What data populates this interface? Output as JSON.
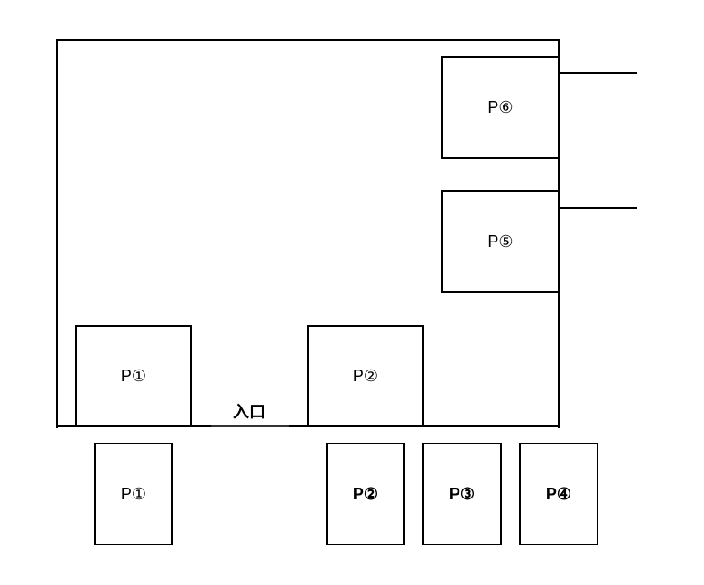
{
  "diagram": {
    "entrance_label": "入口",
    "spaces_in_lot": [
      {
        "id": "p1",
        "label": "P①"
      },
      {
        "id": "p2",
        "label": "P②"
      },
      {
        "id": "p5",
        "label": "P⑤"
      },
      {
        "id": "p6",
        "label": "P⑥"
      }
    ],
    "spaces_outside": [
      {
        "id": "p1",
        "label": "P①"
      },
      {
        "id": "p2",
        "label": "P②"
      },
      {
        "id": "p3",
        "label": "P③"
      },
      {
        "id": "p4",
        "label": "P④"
      }
    ]
  }
}
